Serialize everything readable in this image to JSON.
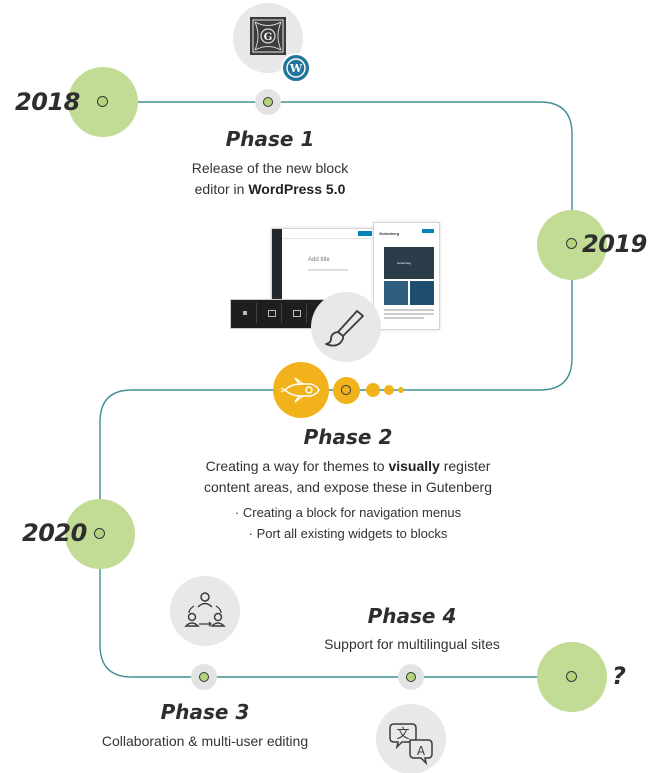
{
  "years": {
    "y2018": "2018",
    "y2019": "2019",
    "y2020": "2020",
    "future": "?"
  },
  "phase1": {
    "title": "Phase 1",
    "desc_line1": "Release of the new block",
    "desc_line2_pre": "editor in ",
    "desc_line2_bold": "WordPress 5.0"
  },
  "phase2": {
    "title": "Phase 2",
    "desc_line1_pre": "Creating a way for themes to ",
    "desc_line1_bold": "visually",
    "desc_line1_post": " register",
    "desc_line2": "content areas, and expose these in Gutenberg",
    "bullet1": "· Creating a block for navigation menus",
    "bullet2": "· Port all existing widgets to blocks"
  },
  "phase3": {
    "title": "Phase 3",
    "desc": "Collaboration & multi-user editing"
  },
  "phase4": {
    "title": "Phase 4",
    "desc": "Support for multilingual sites"
  },
  "editor_mock": {
    "add_title": "Add title",
    "header_title": "Gutenberg",
    "image_caption": "Gutenberg"
  },
  "colors": {
    "line": "#3f8f92",
    "year_circle": "#c3dc95",
    "node_fill": "#b4d47c",
    "node_halo": "#e3e3e3",
    "rocket": "#f2b21b",
    "icon_bg": "#e8e8e8"
  },
  "icons": [
    "gutenberg-logo-icon",
    "wordpress-logo-icon",
    "paintbrush-icon",
    "rocket-icon",
    "collaboration-icon",
    "translation-icon"
  ]
}
